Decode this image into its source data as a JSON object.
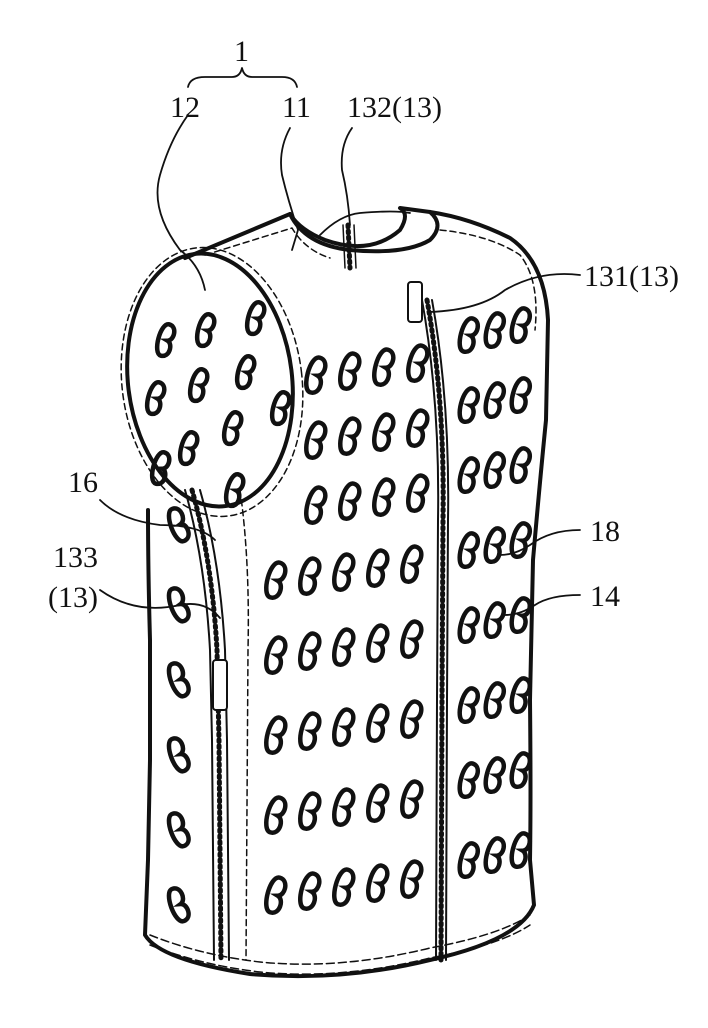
{
  "figure": {
    "labels": {
      "assembly": "1",
      "sleeve_region": "12",
      "body_region": "11",
      "neck_zipper": "132(13)",
      "front_zipper": "131(13)",
      "side_zipper_num": "133",
      "side_zipper_ref": "(13)",
      "side_panel": "16",
      "hole_outline": "18",
      "hole": "14"
    },
    "line_color": "#111111",
    "background": "#ffffff"
  }
}
